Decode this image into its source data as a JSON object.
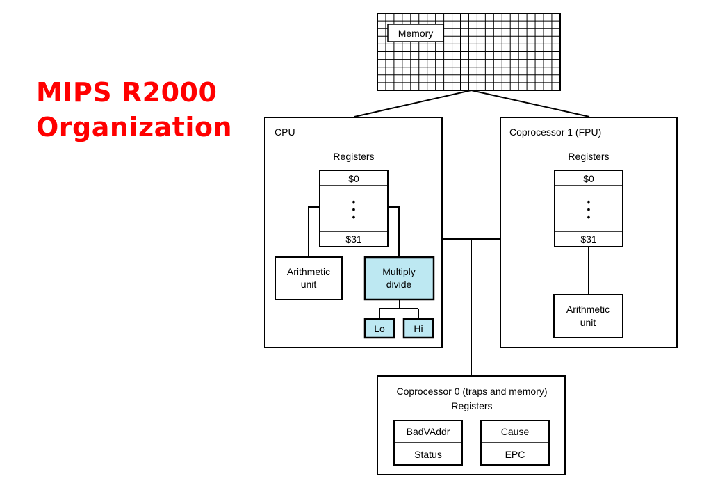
{
  "title": {
    "line1": "MIPS R2000",
    "line2": "Organization"
  },
  "memory": {
    "label": "Memory"
  },
  "cpu": {
    "label": "CPU",
    "registers_label": "Registers",
    "reg_first": "$0",
    "reg_dots": "•",
    "reg_last": "$31",
    "arith_line1": "Arithmetic",
    "arith_line2": "unit",
    "muldiv_line1": "Multiply",
    "muldiv_line2": "divide",
    "lo": "Lo",
    "hi": "Hi"
  },
  "fpu": {
    "label": "Coprocessor 1 (FPU)",
    "registers_label": "Registers",
    "reg_first": "$0",
    "reg_dots": "•",
    "reg_last": "$31",
    "arith_line1": "Arithmetic",
    "arith_line2": "unit"
  },
  "cp0": {
    "label": "Coprocessor 0 (traps and memory)",
    "registers_label": "Registers",
    "badvaddr": "BadVAddr",
    "cause": "Cause",
    "status": "Status",
    "epc": "EPC"
  },
  "colors": {
    "title": "#ff0000",
    "highlight": "#bde8f2",
    "line": "#000000"
  }
}
